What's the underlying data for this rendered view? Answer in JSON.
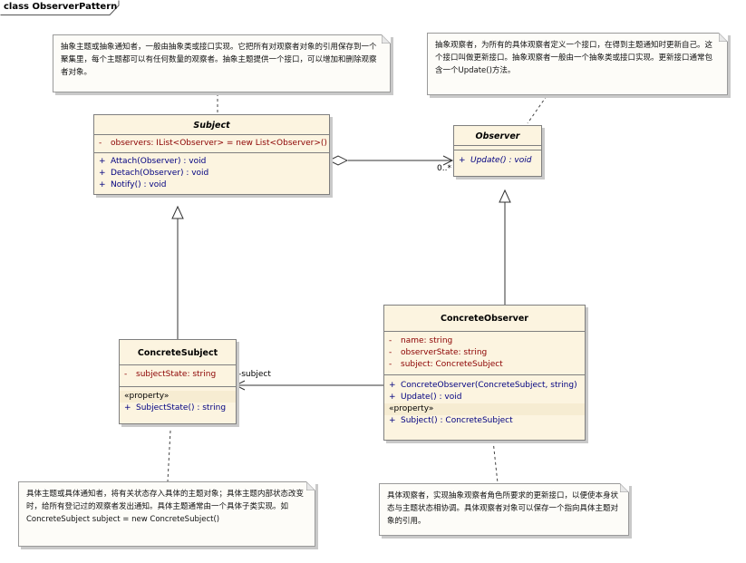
{
  "frame": {
    "title": "class ObserverPattern"
  },
  "classes": {
    "subject": {
      "name": "Subject",
      "attributes": [
        {
          "vis": "-",
          "text": "observers:  IList<Observer> = new List<Observer>()"
        }
      ],
      "operations": [
        {
          "vis": "+",
          "text": "Attach(Observer) : void"
        },
        {
          "vis": "+",
          "text": "Detach(Observer) : void"
        },
        {
          "vis": "+",
          "text": "Notify() : void"
        }
      ]
    },
    "observer": {
      "name": "Observer",
      "operations": [
        {
          "vis": "+",
          "text": "Update() : void"
        }
      ]
    },
    "concrete_subject": {
      "name": "ConcreteSubject",
      "attributes": [
        {
          "vis": "-",
          "text": "subjectState:  string"
        }
      ],
      "stereotype": "«property»",
      "operations": [
        {
          "vis": "+",
          "text": "SubjectState() : string"
        }
      ]
    },
    "concrete_observer": {
      "name": "ConcreteObserver",
      "attributes": [
        {
          "vis": "-",
          "text": "name:  string"
        },
        {
          "vis": "-",
          "text": "observerState:  string"
        },
        {
          "vis": "-",
          "text": "subject:  ConcreteSubject"
        }
      ],
      "operations": [
        {
          "vis": "+",
          "text": "ConcreteObserver(ConcreteSubject, string)"
        },
        {
          "vis": "+",
          "text": "Update() : void"
        }
      ],
      "stereotype": "«property»",
      "property_ops": [
        {
          "vis": "+",
          "text": "Subject() : ConcreteSubject"
        }
      ]
    }
  },
  "notes": {
    "subject_note": "抽象主题或抽象通知者，一般由抽象类或接口实现。它把所有对观察者对象的引用保存到一个聚集里，每个主题都可以有任何数量的观察者。抽象主题提供一个接口，可以增加和删除观察者对象。",
    "observer_note": "抽象观察者，为所有的具体观察者定义一个接口，在得到主题通知时更新自己。这个接口叫做更新接口。抽象观察者一般由一个抽象类或接口实现。更新接口通常包含一个Update()方法。",
    "concrete_subject_note": "具体主题或具体通知者，将有关状态存入具体的主题对象；具体主题内部状态改变时，给所有登记过的观察者发出通知。具体主题通常由一个具体子类实现。如ConcreteSubject subject = new ConcreteSubject()",
    "concrete_observer_note": "具体观察者，实现抽象观察者角色所要求的更新接口，以便使本身状态与主题状态相协调。具体观察者对象可以保存一个指向具体主题对象的引用。"
  },
  "labels": {
    "multiplicity": "0..*",
    "association_role": "-subject"
  }
}
